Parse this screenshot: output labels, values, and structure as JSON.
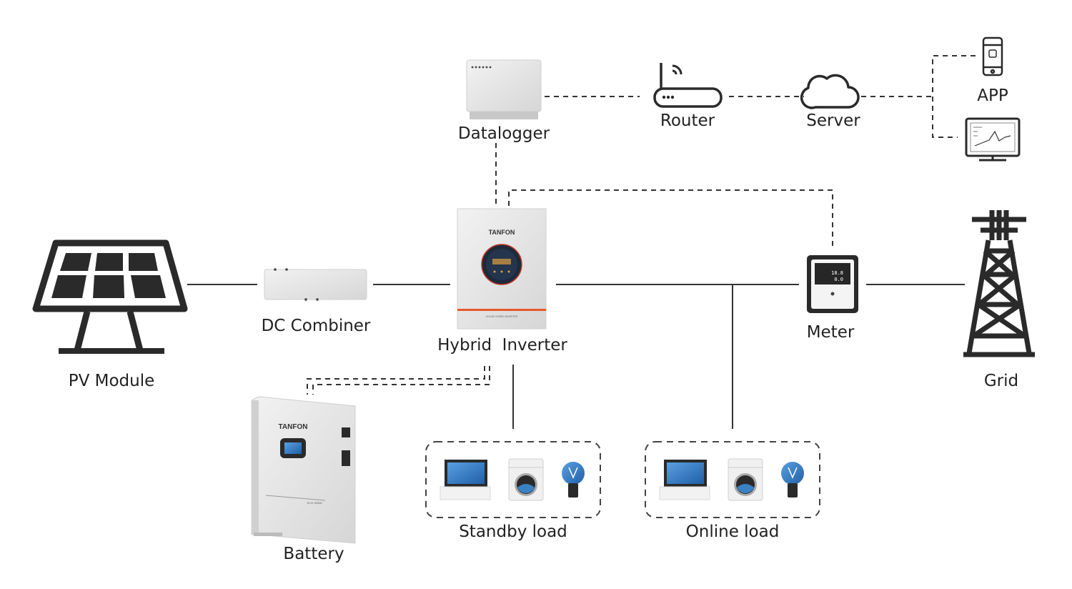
{
  "labels": {
    "datalogger": "Datalogger",
    "router": "Router",
    "server": "Server",
    "app": "APP",
    "pv_module": "PV Module",
    "dc_combiner": "DC Combiner",
    "hybrid_inverter": "Hybrid  Inverter",
    "meter": "Meter",
    "grid": "Grid",
    "battery": "Battery",
    "standby_load": "Standby load",
    "online_load": "Online load"
  },
  "brand": {
    "inverter_logo": "TANFON",
    "battery_logo": "TANFON",
    "inverter_band_text": "SOLAR HYBRID INVERTER",
    "battery_spec_text": "51.2V 200AH"
  },
  "meter_display": {
    "line1": "18.8",
    "line2": "0.0"
  },
  "colors": {
    "line": "#333333",
    "device_gray": "#e3e3e3",
    "accent_blue": "#3b82c4",
    "inverter_orange": "#e8582a",
    "dark": "#2a2a2a"
  }
}
